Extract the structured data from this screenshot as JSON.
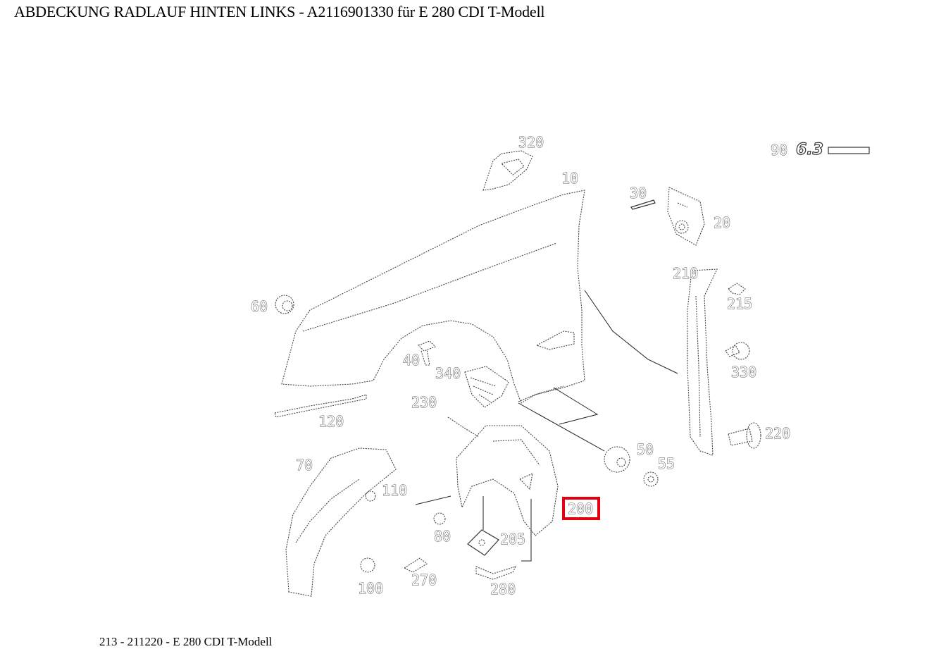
{
  "title": "ABDECKUNG RADLAUF HINTEN LINKS - A2116901330 für E 280 CDI T-Modell",
  "footer": "213 - 211220 - E 280 CDI T-Modell",
  "highlight_color": "#e4000f",
  "callouts": {
    "c320": "320",
    "c10": "10",
    "c90": "90",
    "c30": "30",
    "c20": "20",
    "c210": "210",
    "c215": "215",
    "c60": "60",
    "c40": "40",
    "c340": "340",
    "c330": "330",
    "c230": "230",
    "c120": "120",
    "c220": "220",
    "c50": "50",
    "c55": "55",
    "c70": "70",
    "c110": "110",
    "c200": "200",
    "c80": "80",
    "c205": "205",
    "c270": "270",
    "c100": "100",
    "c280": "280"
  },
  "emblem_text": "6.3",
  "selected_part": "200"
}
